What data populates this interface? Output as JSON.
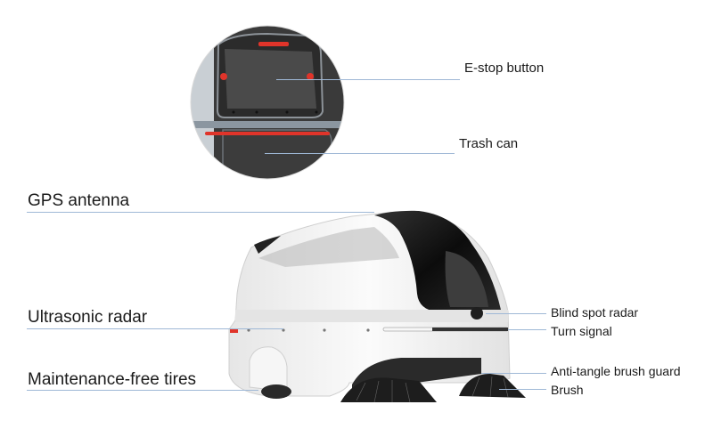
{
  "diagram": {
    "subject": "Autonomous sweeper robot",
    "callouts": [
      {
        "id": "e-stop",
        "label": "E-stop button"
      },
      {
        "id": "trash-can",
        "label": "Trash can"
      },
      {
        "id": "gps",
        "label": "GPS antenna"
      },
      {
        "id": "ultrasonic",
        "label": "Ultrasonic radar"
      },
      {
        "id": "tires",
        "label": "Maintenance-free tires"
      },
      {
        "id": "blind-spot",
        "label": "Blind spot radar"
      },
      {
        "id": "turn-signal",
        "label": "Turn signal"
      },
      {
        "id": "brush-guard",
        "label": "Anti-tangle brush guard"
      },
      {
        "id": "brush",
        "label": "Brush"
      }
    ],
    "colors": {
      "leader_line": "#9fb8d6",
      "accent_red": "#e0342a",
      "body_white": "#f1f1f1",
      "dark_glass": "#1a1a1a"
    }
  }
}
